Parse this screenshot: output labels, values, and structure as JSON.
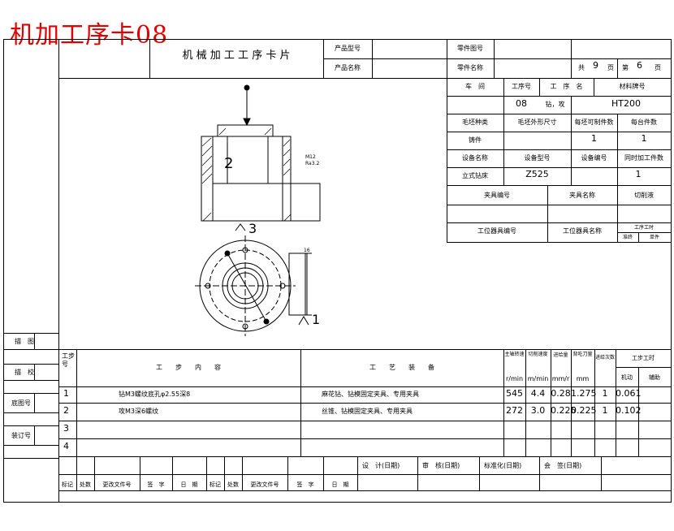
{
  "page_title": "机加工序卡08",
  "header": {
    "card_title": "机 械 加 工 工 序 卡 片",
    "product_model_label": "产品型号",
    "product_name_label": "产品名称",
    "part_drawing_label": "零件图号",
    "part_name_label": "零件名称",
    "total_label": "共",
    "total_value": "9",
    "page_label": "页",
    "page_no_label": "第",
    "page_no_value": "6",
    "page_label2": "页"
  },
  "info": {
    "workshop_label": "车　间",
    "op_no_label": "工序号",
    "op_name_label": "工　序　名",
    "material_label": "材料牌号",
    "op_no_value": "08",
    "op_name_value": "钻，攻",
    "material_value": "HT200",
    "blank_type_label": "毛坯种类",
    "blank_size_label": "毛坯外形尺寸",
    "blank_parts_label": "每坯可制件数",
    "parts_per_unit_label": "每台件数",
    "blank_type_value": "铸件",
    "blank_parts_value": "1",
    "parts_per_unit_value": "1",
    "equip_name_label": "设备名称",
    "equip_model_label": "设备型号",
    "equip_no_label": "设备编号",
    "simul_parts_label": "同时加工件数",
    "equip_name_value": "立式钻床",
    "equip_model_value": "Z525",
    "simul_parts_value": "1",
    "fixture_no_label": "夹具编号",
    "fixture_name_label": "夹具名称",
    "coolant_label": "切削液",
    "station_tool_no_label": "工位器具编号",
    "station_tool_name_label": "工位器具名称",
    "op_hours_label": "工序工时",
    "quasi_end_label": "准终",
    "unit_label": "单件"
  },
  "drawing": {
    "label_m12": "M12",
    "label_ra": "Ra3.2",
    "label_3": "3",
    "label_1": "1",
    "label_2": "2",
    "label_dim": "16"
  },
  "left_side": {
    "labels": [
      "描　图",
      "描　校",
      "底图号",
      "装订号"
    ]
  },
  "steps_table": {
    "headers": {
      "step_no": "工步号",
      "content": "工　　步　　内　　容",
      "equipment": "工　　艺　　装　　备",
      "speed": "主轴转速",
      "speed_unit": "r/min",
      "cut_speed": "切削速度",
      "cut_speed_unit": "m/min",
      "feed": "进给量",
      "feed_unit": "mm/r",
      "depth": "背吃刀量",
      "depth_unit": "mm",
      "passes": "进给次数",
      "hours": "工步工时",
      "machine_hours": "机动",
      "aux_hours": "辅助"
    },
    "rows": [
      {
        "no": "1",
        "content": "钻M3螺纹底孔φ2.55深8",
        "equipment": "麻花钻、钻模固定夹具、专用夹具",
        "speed": "545",
        "cut": "4.4",
        "feed": "0.28",
        "depth": "1.275",
        "passes": "1",
        "mach": "0.061",
        "aux": ""
      },
      {
        "no": "2",
        "content": "攻M3深6螺纹",
        "equipment": "丝锥、钻模固定夹具、专用夹具",
        "speed": "272",
        "cut": "3.0",
        "feed": "0.225",
        "depth": "0.225",
        "passes": "1",
        "mach": "0.102",
        "aux": ""
      },
      {
        "no": "3",
        "content": "",
        "equipment": "",
        "speed": "",
        "cut": "",
        "feed": "",
        "depth": "",
        "passes": "",
        "mach": "",
        "aux": ""
      },
      {
        "no": "4",
        "content": "",
        "equipment": "",
        "speed": "",
        "cut": "",
        "feed": "",
        "depth": "",
        "passes": "",
        "mach": "",
        "aux": ""
      }
    ]
  },
  "footer": {
    "design_label": "设　计(日期)",
    "review_label": "审　核(日期)",
    "standard_label": "标准化(日期)",
    "sign_label": "会　签(日期)",
    "bottom_labels": [
      "标记",
      "处数",
      "更改文件号",
      "签　字",
      "日　期",
      "标记",
      "处数",
      "更改文件号",
      "签　字",
      "日　期"
    ]
  }
}
